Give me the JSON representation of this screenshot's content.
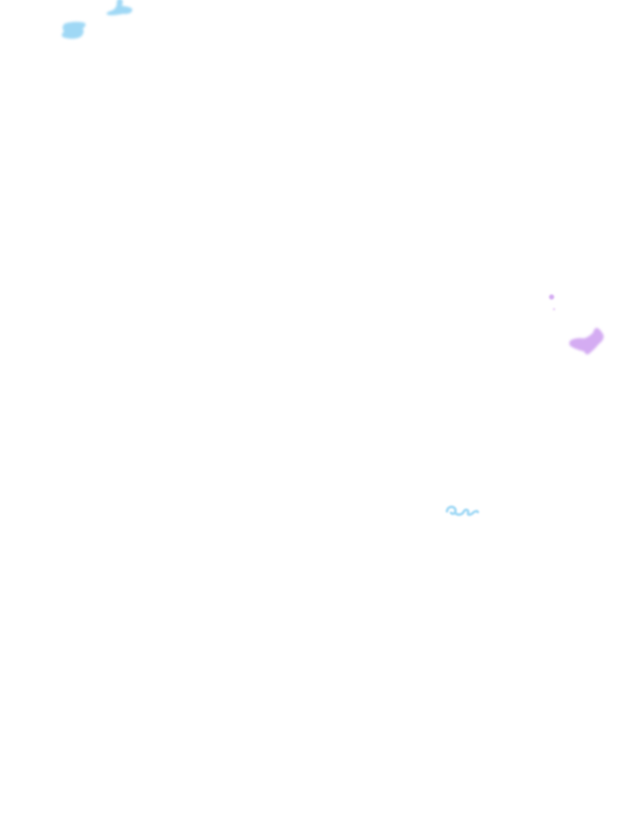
{
  "colors": {
    "background": "#ffffff",
    "blue_paint": "#9fd8f5",
    "blue_paint_light": "#c4e8fa",
    "purple_paint": "#d4acf2",
    "purple_paint_light": "#e6ccf8"
  },
  "elements": [
    {
      "name": "blue-splotch-top",
      "color": "blue_paint"
    },
    {
      "name": "blue-splotch-top-left",
      "color": "blue_paint"
    },
    {
      "name": "purple-dot",
      "color": "purple_paint"
    },
    {
      "name": "purple-tiny-dot",
      "color": "purple_paint_light"
    },
    {
      "name": "purple-splotch-bird",
      "color": "purple_paint"
    },
    {
      "name": "blue-squiggle",
      "color": "blue_paint"
    }
  ]
}
